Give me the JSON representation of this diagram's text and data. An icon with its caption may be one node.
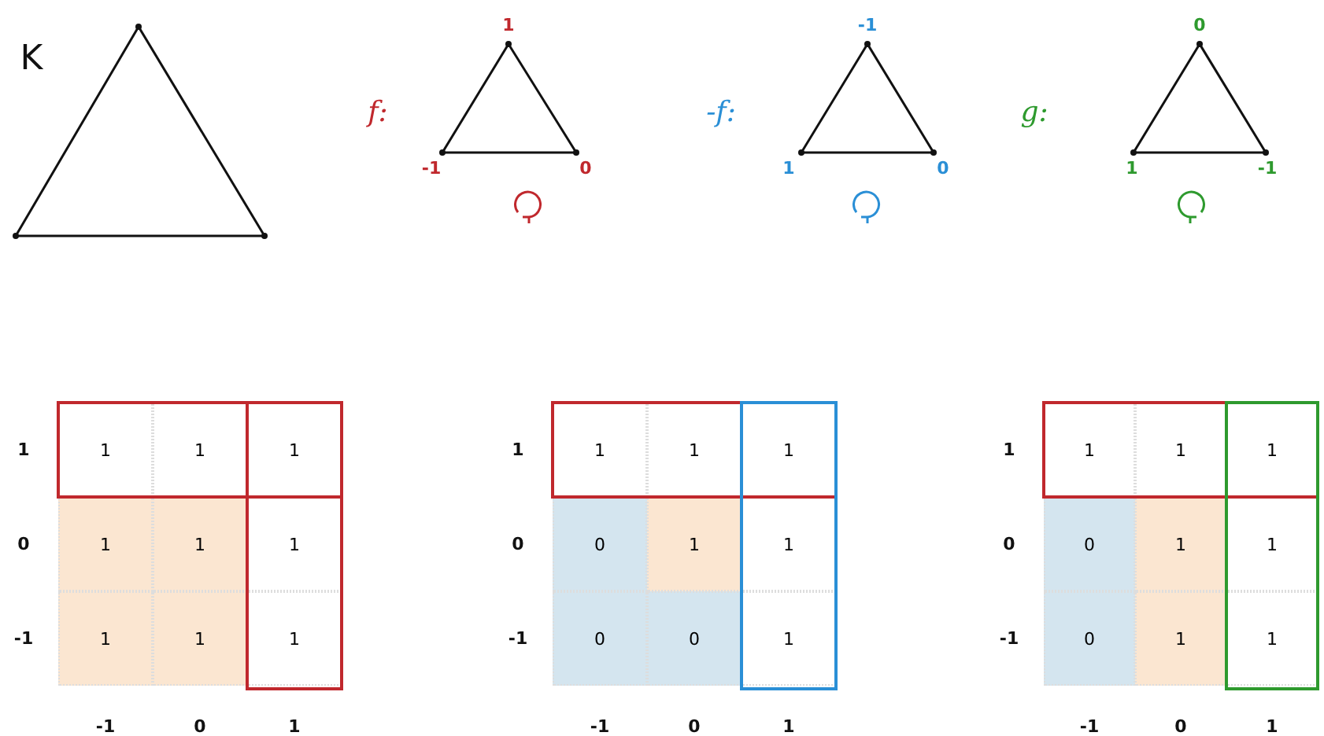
{
  "diagram": {
    "labels": [
      "K",
      "f:",
      "1",
      "-1",
      "0",
      "-f:",
      "-1",
      "1",
      "0",
      "g:",
      "0",
      "1",
      "-1",
      "1",
      "1",
      "1",
      "1",
      "0",
      "1",
      "1",
      "1",
      "-1",
      "1",
      "1",
      "1",
      "-1",
      "0",
      "1",
      "1",
      "1",
      "1",
      "1",
      "0",
      "0",
      "1",
      "1",
      "-1",
      "0",
      "0",
      "1",
      "-1",
      "0",
      "1",
      "1",
      "1",
      "1",
      "1",
      "0",
      "0",
      "1",
      "1",
      "-1",
      "0",
      "1",
      "1",
      "-1",
      "0",
      "1"
    ]
  }
}
